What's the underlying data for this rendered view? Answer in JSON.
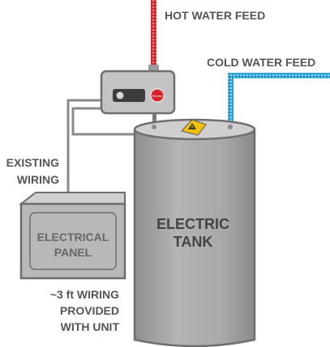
{
  "labels": {
    "hot_water_feed": "HOT WATER FEED",
    "cold_water_feed": "COLD WATER FEED",
    "existing_wiring_line1": "EXISTING",
    "existing_wiring_line2": "WIRING",
    "panel_line1": "ELECTRICAL",
    "panel_line2": "PANEL",
    "wiring_note_line1": "~3 ft WIRING",
    "wiring_note_line2": "PROVIDED",
    "wiring_note_line3": "WITH UNIT",
    "tank_line1": "ELECTRIC",
    "tank_line2": "TANK",
    "brand_logo": "Rheem"
  },
  "colors": {
    "hot_pipe": "#e0242c",
    "cold_pipe": "#2a9fd6",
    "tank_body": "#a6a6a6",
    "tank_top": "#cfcfcf",
    "panel_body": "#b8b8b8",
    "warning": "#f2c200",
    "label_text": "#555555"
  },
  "icons": {
    "logo": "rheem-logo",
    "warning": "warning-triangle-icon"
  }
}
